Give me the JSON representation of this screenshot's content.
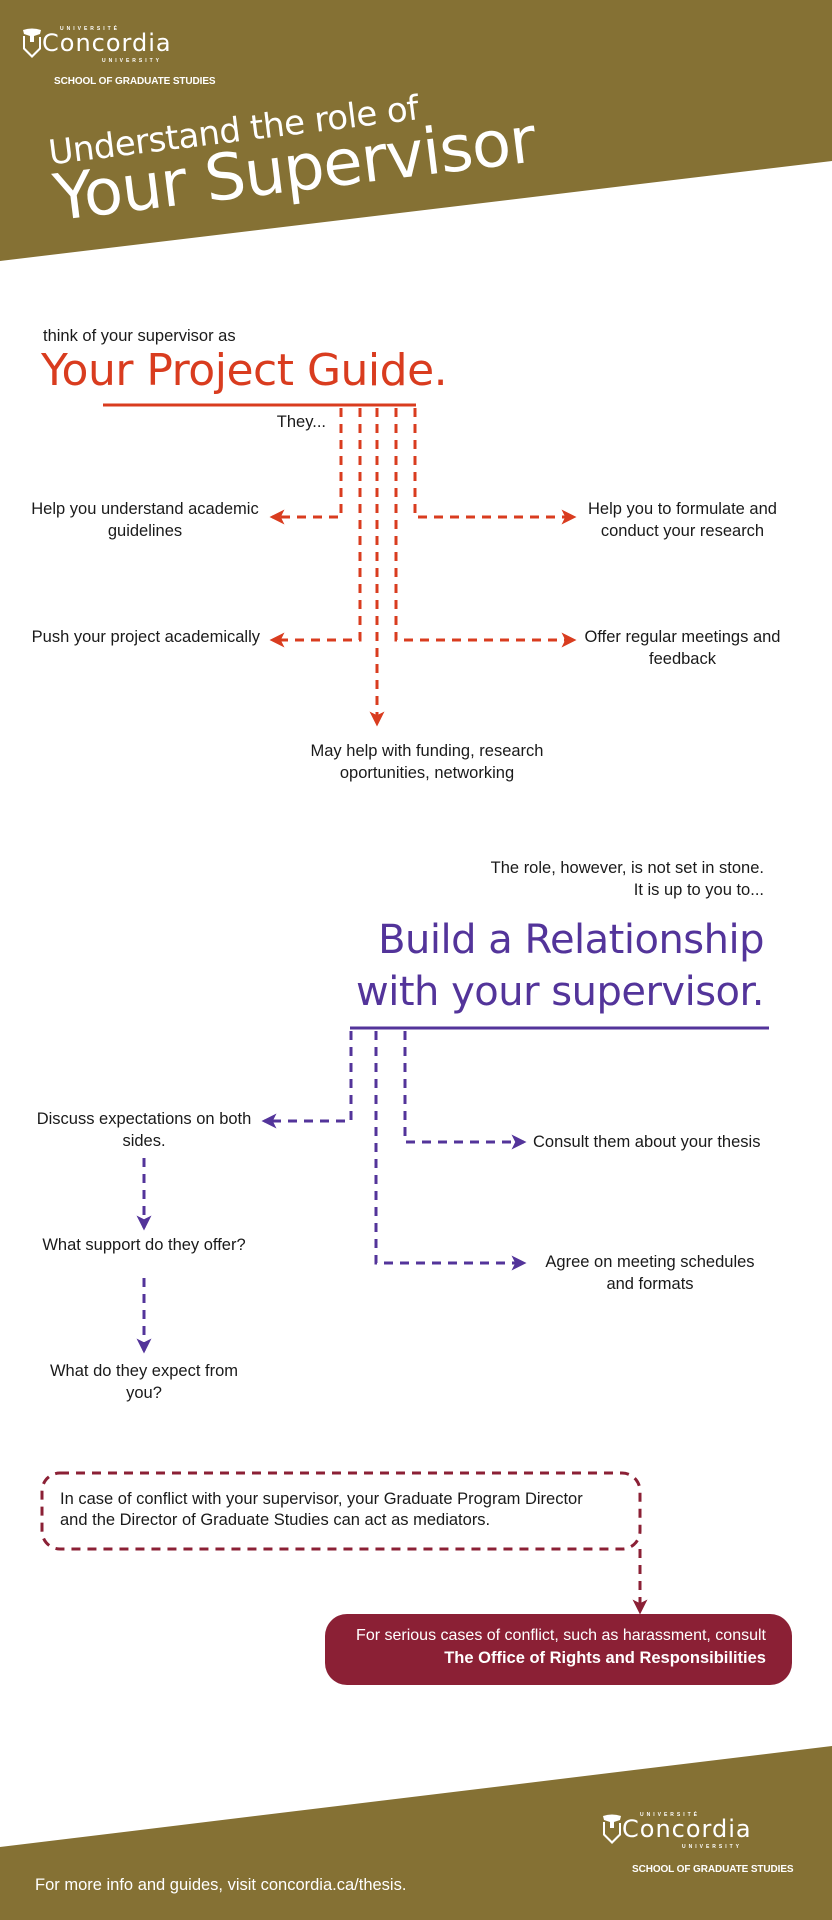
{
  "colors": {
    "brand_gold": "#857134",
    "guide_red": "#d93c1f",
    "relationship_purple": "#53349a",
    "conflict_maroon": "#8b2035"
  },
  "header": {
    "logo": {
      "icon": "concordia-shield-icon",
      "top_word": "UNIVERSITÉ",
      "name": "Concordia",
      "bottom_word": "UNIVERSITY",
      "school": "SCHOOL OF GRADUATE STUDIES"
    },
    "title_line1": "Understand the role of",
    "title_line2": "Your Supervisor"
  },
  "guide_section": {
    "intro": "think of your supervisor as",
    "heading": "Your Project Guide.",
    "they": "They...",
    "items": {
      "left_top": [
        "Help you understand academic",
        "guidelines"
      ],
      "right_top": [
        "Help you to formulate and",
        "conduct your research"
      ],
      "left_middle": [
        "Push your project academically"
      ],
      "right_middle": [
        "Offer regular meetings and",
        "feedback"
      ],
      "bottom": [
        "May help with funding, research",
        "oportunities, networking"
      ]
    }
  },
  "relationship_section": {
    "intro_line1": "The role, however, is not set in stone.",
    "intro_line2": "It is up to you to...",
    "heading_line1": "Build a Relationship",
    "heading_line2": "with your supervisor.",
    "left_chain": [
      [
        "Discuss expectations on both",
        "sides."
      ],
      [
        "What support do they offer?"
      ],
      [
        "What do they expect from",
        "you?"
      ]
    ],
    "right_items": [
      [
        "Consult them about your thesis"
      ],
      [
        "Agree on meeting schedules",
        "and formats"
      ]
    ]
  },
  "conflict_section": {
    "mediators_line1": "In case of conflict with your supervisor, your Graduate Program Director",
    "mediators_line2": "and the Director of Graduate Studies can act as mediators.",
    "serious_line1": "For serious cases of conflict, such as harassment, consult",
    "serious_line2": "The Office of Rights and Responsibilities"
  },
  "footer": {
    "info": "For more info and guides, visit concordia.ca/thesis.",
    "logo": {
      "icon": "concordia-shield-icon",
      "top_word": "UNIVERSITÉ",
      "name": "Concordia",
      "bottom_word": "UNIVERSITY",
      "school": "SCHOOL OF GRADUATE STUDIES"
    }
  }
}
